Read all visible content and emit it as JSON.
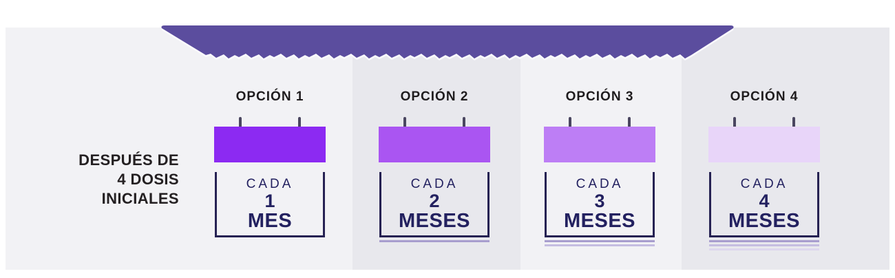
{
  "banner": {
    "background_color": "#5b4d9e",
    "fringe_color": "#fbfbfd"
  },
  "left_note": {
    "line1": "DESPUÉS DE",
    "line2": "4 DOSIS",
    "line3": "INICIALES"
  },
  "options": [
    {
      "title": "OPCIÓN 1",
      "every_label": "CADA",
      "value": "1",
      "unit": "MES",
      "bar_color": "#8c2af2"
    },
    {
      "title": "OPCIÓN 2",
      "every_label": "CADA",
      "value": "2",
      "unit": "MESES",
      "bar_color": "#aa55f2"
    },
    {
      "title": "OPCIÓN 3",
      "every_label": "CADA",
      "value": "3",
      "unit": "MESES",
      "bar_color": "#bd7ef5"
    },
    {
      "title": "OPCIÓN 4",
      "every_label": "CADA",
      "value": "4",
      "unit": "MESES",
      "bar_color": "#e8d5f9"
    }
  ],
  "colors": {
    "panel_background": "#f2f2f5",
    "column_band": "#e8e8ed",
    "calendar_text": "#232160",
    "calendar_border": "#262253",
    "heading_text": "#1f1c1e",
    "peg": "#4a4660",
    "page_lines": [
      "#a79dce",
      "#c5bde1",
      "#ddd7ee"
    ]
  }
}
